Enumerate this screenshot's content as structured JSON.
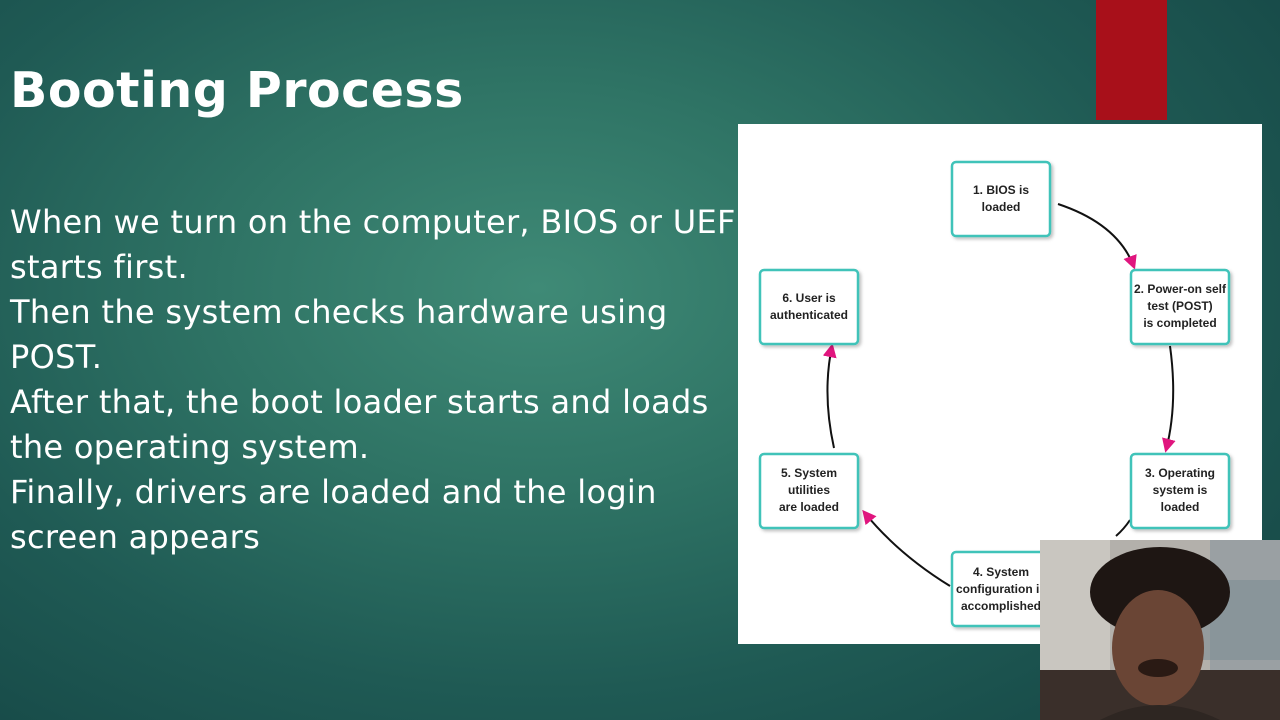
{
  "slide": {
    "title": "Booting Process",
    "paragraphs": [
      "When we turn on the computer, BIOS or UEFI starts first.",
      "Then the system checks hardware using POST.",
      "After that, the boot loader starts and loads the operating system.",
      "Finally, drivers are loaded and the login screen appears"
    ],
    "colors": {
      "background": "#2f7465",
      "accent_bar": "#a8101a",
      "text": "#ffffff",
      "node_border": "#3fc3b9",
      "arrow_head": "#e0157e"
    }
  },
  "diagram": {
    "nodes": [
      {
        "lines": [
          "1. BIOS is",
          "loaded"
        ]
      },
      {
        "lines": [
          "2. Power-on self",
          "test (POST)",
          "is completed"
        ]
      },
      {
        "lines": [
          "3. Operating",
          "system is",
          "loaded"
        ]
      },
      {
        "lines": [
          "4. System",
          "configuration is",
          "accomplished"
        ]
      },
      {
        "lines": [
          "5. System",
          "utilities",
          "are loaded"
        ]
      },
      {
        "lines": [
          "6. User is",
          "authenticated"
        ]
      }
    ]
  },
  "webcam": {
    "icon": "person-video-icon"
  }
}
